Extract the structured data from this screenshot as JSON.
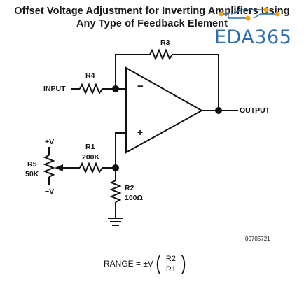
{
  "title": {
    "line1": "Offset Voltage Adjustment for Inverting Amplifiers Using",
    "line2": "Any Type of Feedback Element"
  },
  "watermark": {
    "text": "EDA365",
    "color": "#2a6fb3",
    "accent": "#f2a01a"
  },
  "labels": {
    "r3": "R3",
    "r4": "R4",
    "input": "INPUT",
    "output": "OUTPUT",
    "minus": "−",
    "plus": "+",
    "r1": "R1",
    "r1_value": "200K",
    "r5": "R5",
    "r5_value": "50K",
    "vplus": "+V",
    "vminus": "−V",
    "r2": "R2",
    "r2_value": "100Ω",
    "figure_code": "00705721"
  },
  "formula": {
    "prefix": "RANGE = ±V",
    "numerator": "R2",
    "denominator": "R1"
  }
}
